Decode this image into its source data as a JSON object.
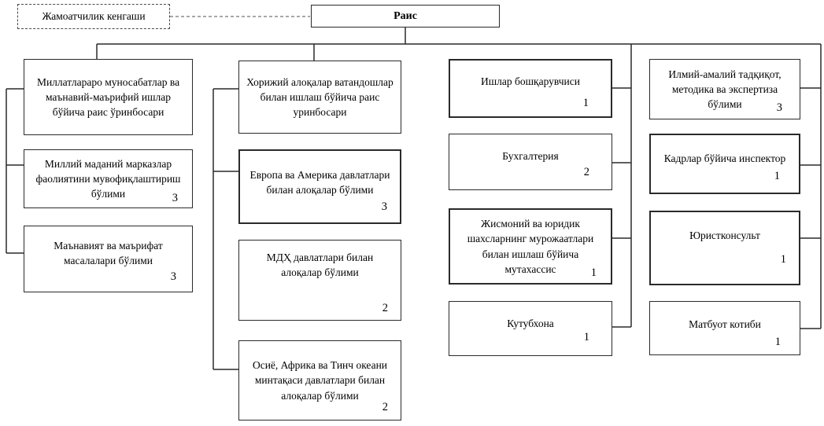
{
  "org": {
    "title": "Organizational structure chart",
    "colors": {
      "background": "#ffffff",
      "line": "#2a2a2a",
      "dashed_line": "#8a8a8a",
      "text": "#000000"
    },
    "council": {
      "label": "Жамоатчилик кенгаши"
    },
    "chairman": {
      "label": "Раис"
    },
    "columns": [
      {
        "boxes": [
          {
            "label": "Миллатлараро муносабатлар ва маънавий-маърифий ишлар бўйича раис ўринбосари",
            "count": ""
          },
          {
            "label": "Миллий маданий марказлар фаолиятини мувофиқлаштириш бўлими",
            "count": "3"
          },
          {
            "label": "Маънавият ва маърифат масалалари бўлими",
            "count": "3"
          }
        ]
      },
      {
        "boxes": [
          {
            "label": "Хорижий алоқалар ватандошлар билан ишлаш бўйича раис уринбосари",
            "count": ""
          },
          {
            "label": "Европа ва Америка давлатлари билан алоқалар бўлими",
            "count": "3"
          },
          {
            "label": "МДҲ давлатлари билан алоқалар бўлими",
            "count": "2"
          },
          {
            "label": "Осиё, Африка ва Тинч океани минтақаси давлатлари билан алоқалар бўлими",
            "count": "2"
          }
        ]
      },
      {
        "boxes": [
          {
            "label": "Ишлар бошқарувчиси",
            "count": "1"
          },
          {
            "label": "Бухгалтерия",
            "count": "2"
          },
          {
            "label": "Жисмоний ва юридик шахсларнинг мурожаатлари билан ишлаш бўйича мутахассис",
            "count": "1"
          },
          {
            "label": "Кутубхона",
            "count": "1"
          }
        ]
      },
      {
        "boxes": [
          {
            "label": "Илмий-амалий тадқиқот, методика ва экспертиза бўлими",
            "count": "3"
          },
          {
            "label": "Кадрлар бўйича инспектор",
            "count": "1"
          },
          {
            "label": "Юристконсульт",
            "count": "1"
          },
          {
            "label": "Матбуот котиби",
            "count": "1"
          }
        ]
      }
    ]
  }
}
